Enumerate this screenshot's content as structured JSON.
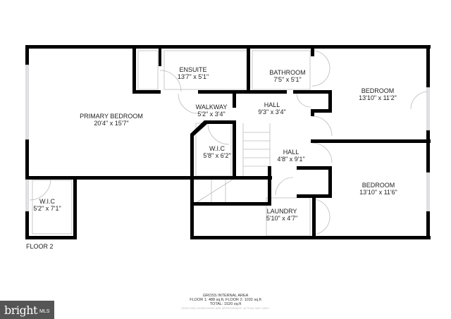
{
  "floor_label": "FLOOR 2",
  "rooms": [
    {
      "name": "PRIMARY BEDROOM",
      "size": "20'4\" x 15'7\""
    },
    {
      "name": "ENSUITE",
      "size": "13'7\" x 5'1\""
    },
    {
      "name": "WALKWAY",
      "size": "5'2\" x 3'4\""
    },
    {
      "name": "W.I.C",
      "size": "5'8\" x 6'2\""
    },
    {
      "name": "W.I.C",
      "size": "5'2\" x 7'1\""
    },
    {
      "name": "BATHROOM",
      "size": "7'5\" x 5'1\""
    },
    {
      "name": "HALL",
      "size": "9'3\" x 3'4\""
    },
    {
      "name": "HALL",
      "size": "4'8\" x 9'1\""
    },
    {
      "name": "BEDROOM",
      "size": "13'10\" x 11'2\""
    },
    {
      "name": "BEDROOM",
      "size": "13'10\" x 11'6\""
    },
    {
      "name": "LAUNDRY",
      "size": "5'10\" x 4'7\""
    }
  ],
  "area": {
    "title": "GROSS INTERNAL AREA",
    "floors": "FLOOR 1: 488 sq.ft, FLOOR 2: 1032 sq.ft",
    "total": "TOTAL: 1520 sq.ft",
    "disclaimer": "SIZES AND DIMENSIONS ARE APPROXIMATE, ACTUAL MAY VARY."
  },
  "logo": {
    "text": "bright",
    "suffix": "MLS",
    "accent": "#e8452c"
  }
}
